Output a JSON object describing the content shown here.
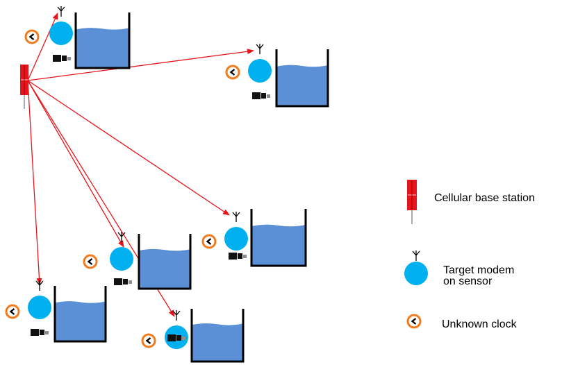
{
  "legend": {
    "base_station_label": "Cellular base station",
    "modem_label_line1": "Target modem",
    "modem_label_line2": "on sensor",
    "clock_label": "Unknown clock"
  },
  "colors": {
    "base_station": "#e8141b",
    "link_arrow": "#e8141b",
    "modem": "#00b0ef",
    "water": "#5b8fd6",
    "tank_outline": "#000000",
    "clock_ring": "#f07a1c",
    "sensor_body": "#111111",
    "sensor_tip": "#8c8c8c"
  },
  "icons": {
    "base_station": "cellular-base-station-icon",
    "modem": "modem-icon",
    "antenna": "antenna-icon",
    "clock": "unknown-clock-icon",
    "sensor": "sensor-probe-icon",
    "tank": "water-tank-icon"
  },
  "nodes": [
    {
      "id": "node-1"
    },
    {
      "id": "node-2"
    },
    {
      "id": "node-3"
    },
    {
      "id": "node-4"
    },
    {
      "id": "node-5"
    },
    {
      "id": "node-6"
    }
  ]
}
